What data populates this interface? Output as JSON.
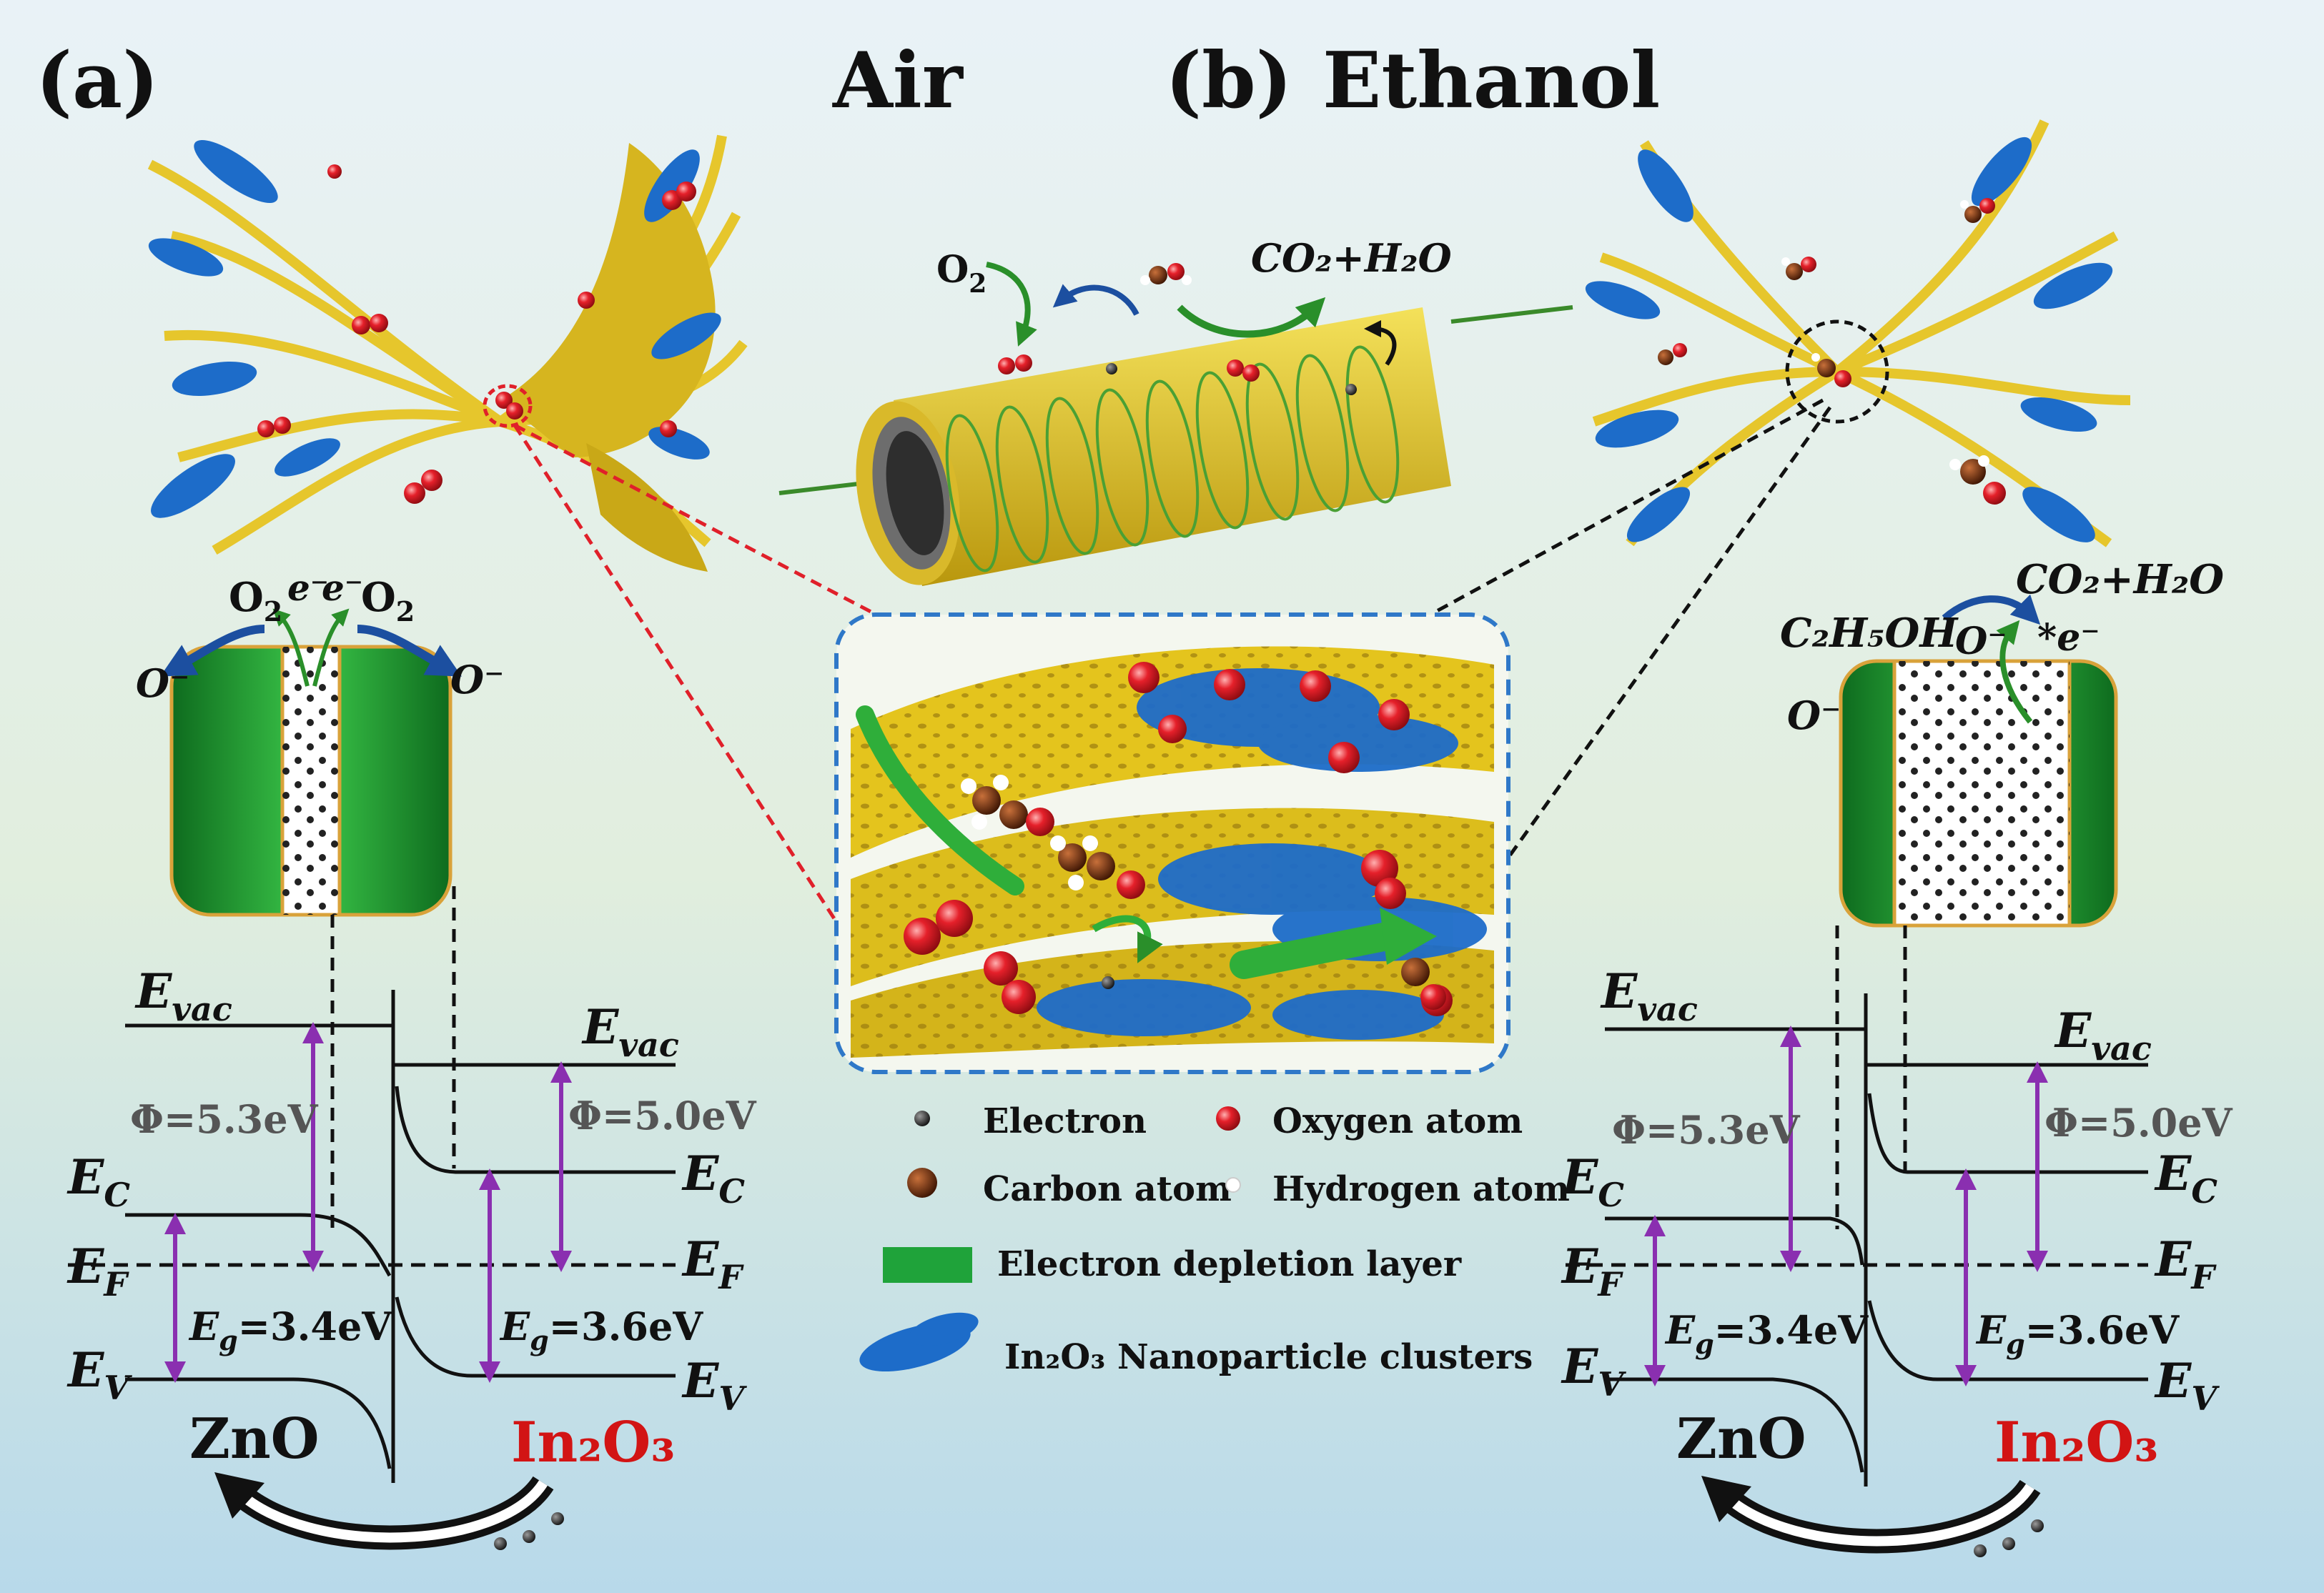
{
  "figure": {
    "panel_a_label": "(a)",
    "panel_b_label": "(b)",
    "air_heading": "Air",
    "ethanol_heading": "Ethanol"
  },
  "labels": {
    "o2": "O",
    "o2_sub": "2",
    "co2_h2o": "CO₂+H₂O",
    "o_minus": "O⁻",
    "e_minus": "e⁻",
    "e_minus_star": "*e⁻",
    "c2h5oh": "C₂H₅OH",
    "e_vac": "E",
    "e_vac_sub": "vac",
    "e_c": "E",
    "e_c_sub": "C",
    "e_f": "E",
    "e_f_sub": "F",
    "e_v": "E",
    "e_v_sub": "V",
    "phi_zno": "Φ=5.3eV",
    "phi_in2o3": "Φ=5.0eV",
    "eg_zno": "=3.4eV",
    "eg_in2o3": "=3.6eV",
    "eg_prefix": "E",
    "eg_sub": "g",
    "zno": "ZnO",
    "in2o3": "In₂O₃"
  },
  "legend": {
    "electron": "Electron",
    "oxygen": "Oxygen atom",
    "carbon": "Carbon atom",
    "hydrogen": "Hydrogen atom",
    "depletion": "Electron depletion layer",
    "clusters": "In₂O₃ Nanoparticle clusters"
  },
  "colors": {
    "background_top": "#e9f2f7",
    "background_mid": "#e1eede",
    "background_bottom": "#b8d9ea",
    "depletion_green": "#1f9a2e",
    "sheet_yellow": "#e3c52a",
    "cluster_blue": "#1d6cc9",
    "oxygen_red": "#e5202a",
    "carbon_brown": "#6b2d0e",
    "arrow_purple": "#8a2fb0",
    "in2o3_red": "#d21414",
    "callout_red": "#e0202a",
    "callout_blue": "#2f78c8"
  }
}
